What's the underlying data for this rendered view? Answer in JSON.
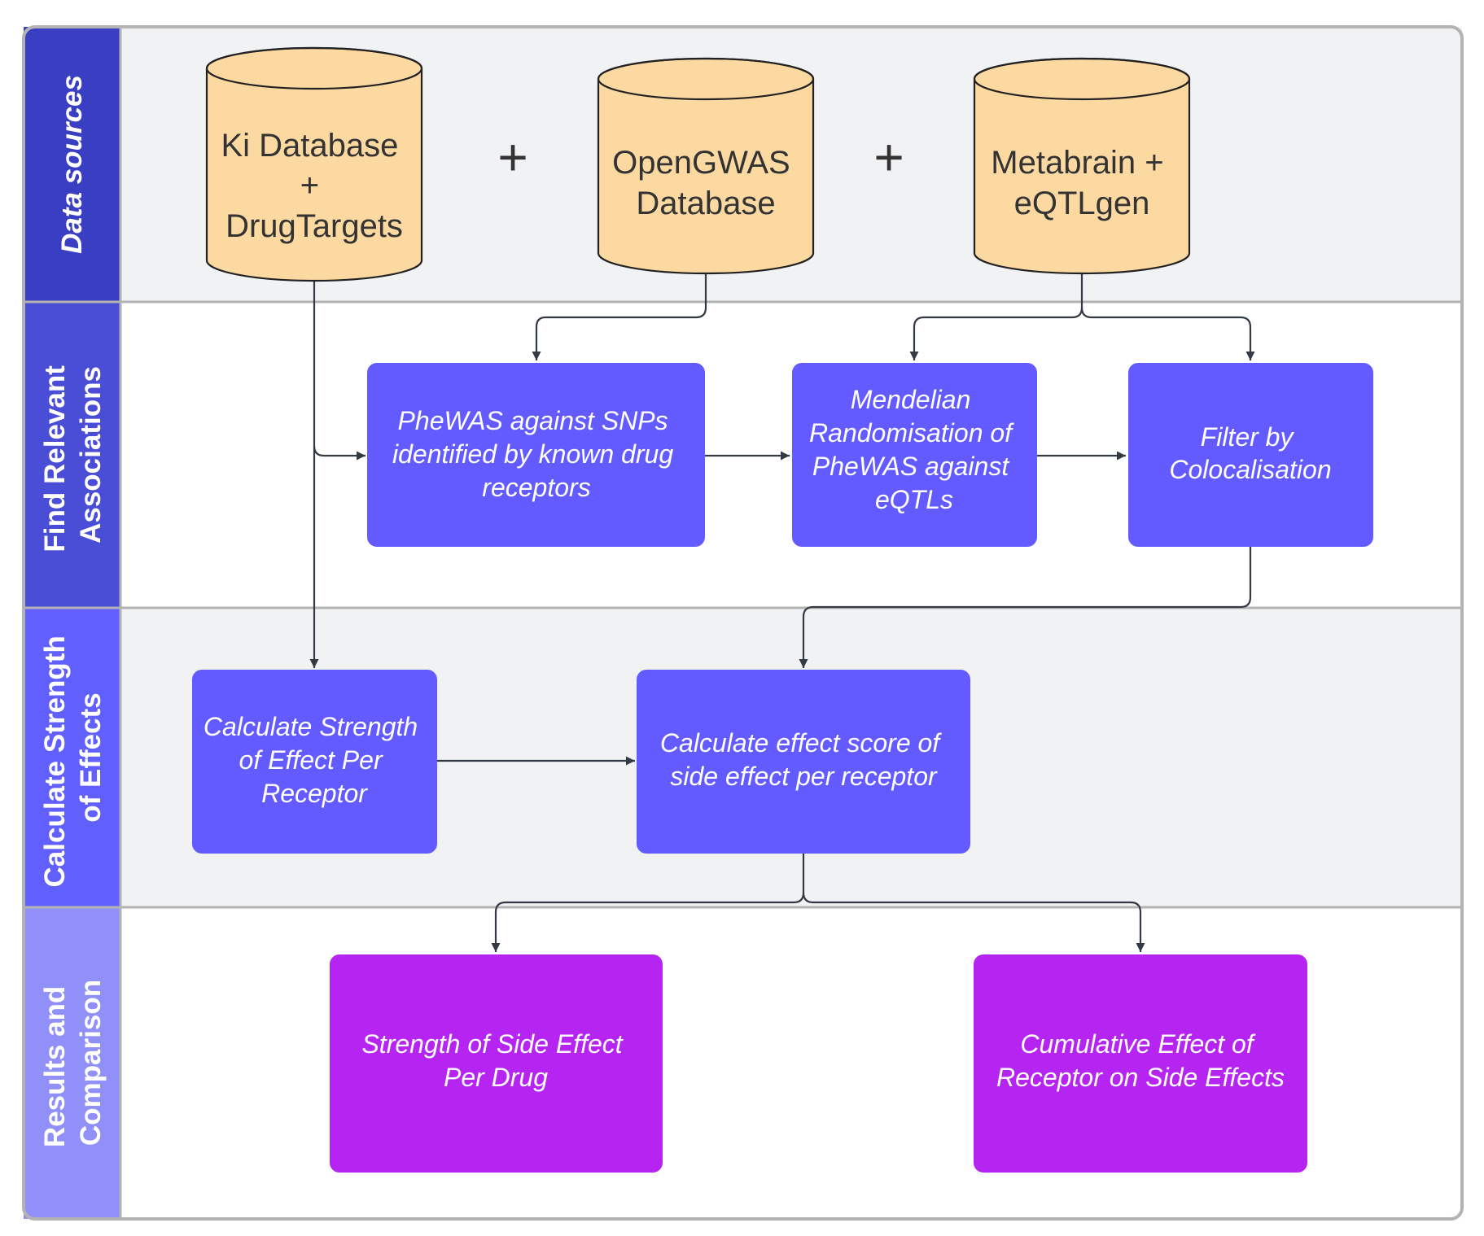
{
  "colors": {
    "lane_fill_shaded": "#f1f2f4",
    "lane_fill_white": "#ffffff",
    "frame_stroke": "#b3b3b3",
    "header_data_sources": "#3a3ec2",
    "header_find": "#4a4ed6",
    "header_calculate": "#6160ff",
    "header_results": "#9090f8",
    "database_fill": "#fdd9a2",
    "process_box": "#635bff",
    "result_box": "#b624f2",
    "arrow": "#333a44"
  },
  "lanes": [
    {
      "id": "data-sources",
      "title_lines": [
        "Data sources"
      ],
      "italic": true
    },
    {
      "id": "find-relevant-associations",
      "title_lines": [
        "Find Relevant",
        "Associations"
      ],
      "italic": false
    },
    {
      "id": "calculate-strength-of-effects",
      "title_lines": [
        "Calculate Strength",
        "of Effects"
      ],
      "italic": false
    },
    {
      "id": "results-and-comparison",
      "title_lines": [
        "Results and",
        "Comparison"
      ],
      "italic": false
    }
  ],
  "databases": [
    {
      "id": "ki-drugtargets",
      "lines": [
        "Ki Database",
        "+",
        "DrugTargets"
      ]
    },
    {
      "id": "opengwas",
      "lines": [
        "OpenGWAS",
        "Database"
      ]
    },
    {
      "id": "metabrain-eqtlgen",
      "lines": [
        "Metabrain +",
        "eQTLgen"
      ]
    }
  ],
  "plus_signs": [
    "+",
    "+"
  ],
  "process_nodes": [
    {
      "id": "phewas",
      "lines": [
        "PheWAS against SNPs",
        "identified by known drug",
        "receptors"
      ]
    },
    {
      "id": "mendelian-randomisation",
      "lines": [
        "Mendelian",
        "Randomisation of",
        "PheWAS against",
        "eQTLs"
      ]
    },
    {
      "id": "colocalisation-filter",
      "lines": [
        "Filter by",
        "Colocalisation"
      ]
    },
    {
      "id": "strength-per-receptor",
      "lines": [
        "Calculate Strength",
        "of Effect Per",
        "Receptor"
      ]
    },
    {
      "id": "effect-score",
      "lines": [
        "Calculate effect score of",
        "side effect per receptor"
      ]
    }
  ],
  "result_nodes": [
    {
      "id": "strength-per-drug",
      "lines": [
        "Strength of Side Effect",
        "Per Drug"
      ]
    },
    {
      "id": "cumulative-effect",
      "lines": [
        "Cumulative Effect of",
        "Receptor on Side Effects"
      ]
    }
  ],
  "edges": [
    {
      "from": "ki-drugtargets",
      "to": "phewas"
    },
    {
      "from": "ki-drugtargets",
      "to": "strength-per-receptor"
    },
    {
      "from": "opengwas",
      "to": "phewas"
    },
    {
      "from": "metabrain-eqtlgen",
      "to": "mendelian-randomisation"
    },
    {
      "from": "metabrain-eqtlgen",
      "to": "colocalisation-filter"
    },
    {
      "from": "phewas",
      "to": "mendelian-randomisation"
    },
    {
      "from": "mendelian-randomisation",
      "to": "colocalisation-filter"
    },
    {
      "from": "colocalisation-filter",
      "to": "effect-score"
    },
    {
      "from": "strength-per-receptor",
      "to": "effect-score"
    },
    {
      "from": "effect-score",
      "to": "strength-per-drug"
    },
    {
      "from": "effect-score",
      "to": "cumulative-effect"
    }
  ]
}
